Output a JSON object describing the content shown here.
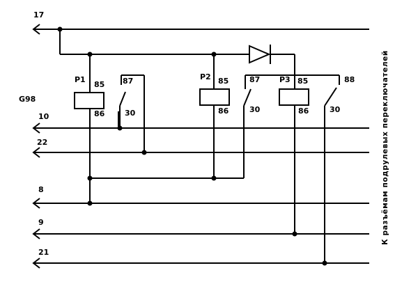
{
  "diagram": {
    "circuit_id": "G98",
    "side_caption": "К разъёмам подрулевых переключателей",
    "lines": {
      "l17": "17",
      "l10": "10",
      "l22": "22",
      "l8": "8",
      "l9": "9",
      "l21": "21"
    },
    "relays": {
      "p1": {
        "name": "P1",
        "coil_top": "85",
        "coil_bottom": "86",
        "contact_no": "87",
        "contact_com": "30"
      },
      "p2": {
        "name": "P2",
        "coil_top": "85",
        "coil_bottom": "86",
        "contact_no": "87",
        "contact_com": "30"
      },
      "p3": {
        "name": "P3",
        "coil_top": "85",
        "coil_bottom": "86",
        "contact_no": "88",
        "contact_com": "30"
      }
    }
  }
}
